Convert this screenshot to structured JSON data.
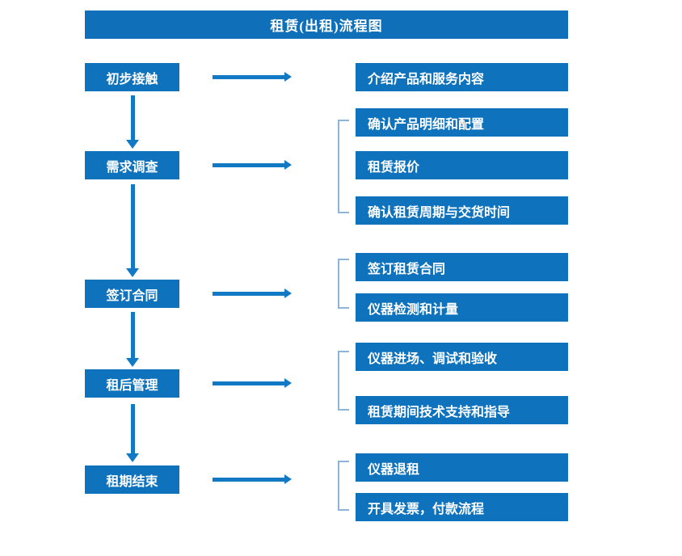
{
  "title": {
    "text": "租赁(出租)流程图"
  },
  "colors": {
    "box_blue": "#0F72BD",
    "title_blue": "#0F6FB8",
    "arrow_blue": "#1279C4",
    "bracket_blue": "#8FB4D9",
    "text_white": "#FFFFFF",
    "background": "#FFFFFF"
  },
  "stages": [
    {
      "label": "初步接触"
    },
    {
      "label": "需求调查"
    },
    {
      "label": "签订合同"
    },
    {
      "label": "租后管理"
    },
    {
      "label": "租期结束"
    }
  ],
  "details": {
    "group1": [
      {
        "label": "介绍产品和服务内容"
      }
    ],
    "group2": [
      {
        "label": "确认产品明细和配置"
      },
      {
        "label": "租赁报价"
      },
      {
        "label": "确认租赁周期与交货时间"
      }
    ],
    "group3": [
      {
        "label": "签订租赁合同"
      },
      {
        "label": "仪器检测和计量"
      }
    ],
    "group4": [
      {
        "label": "仪器进场、调试和验收"
      },
      {
        "label": "租赁期间技术支持和指导"
      }
    ],
    "group5": [
      {
        "label": "仪器退租"
      },
      {
        "label": "开具发票，付款流程"
      }
    ]
  }
}
